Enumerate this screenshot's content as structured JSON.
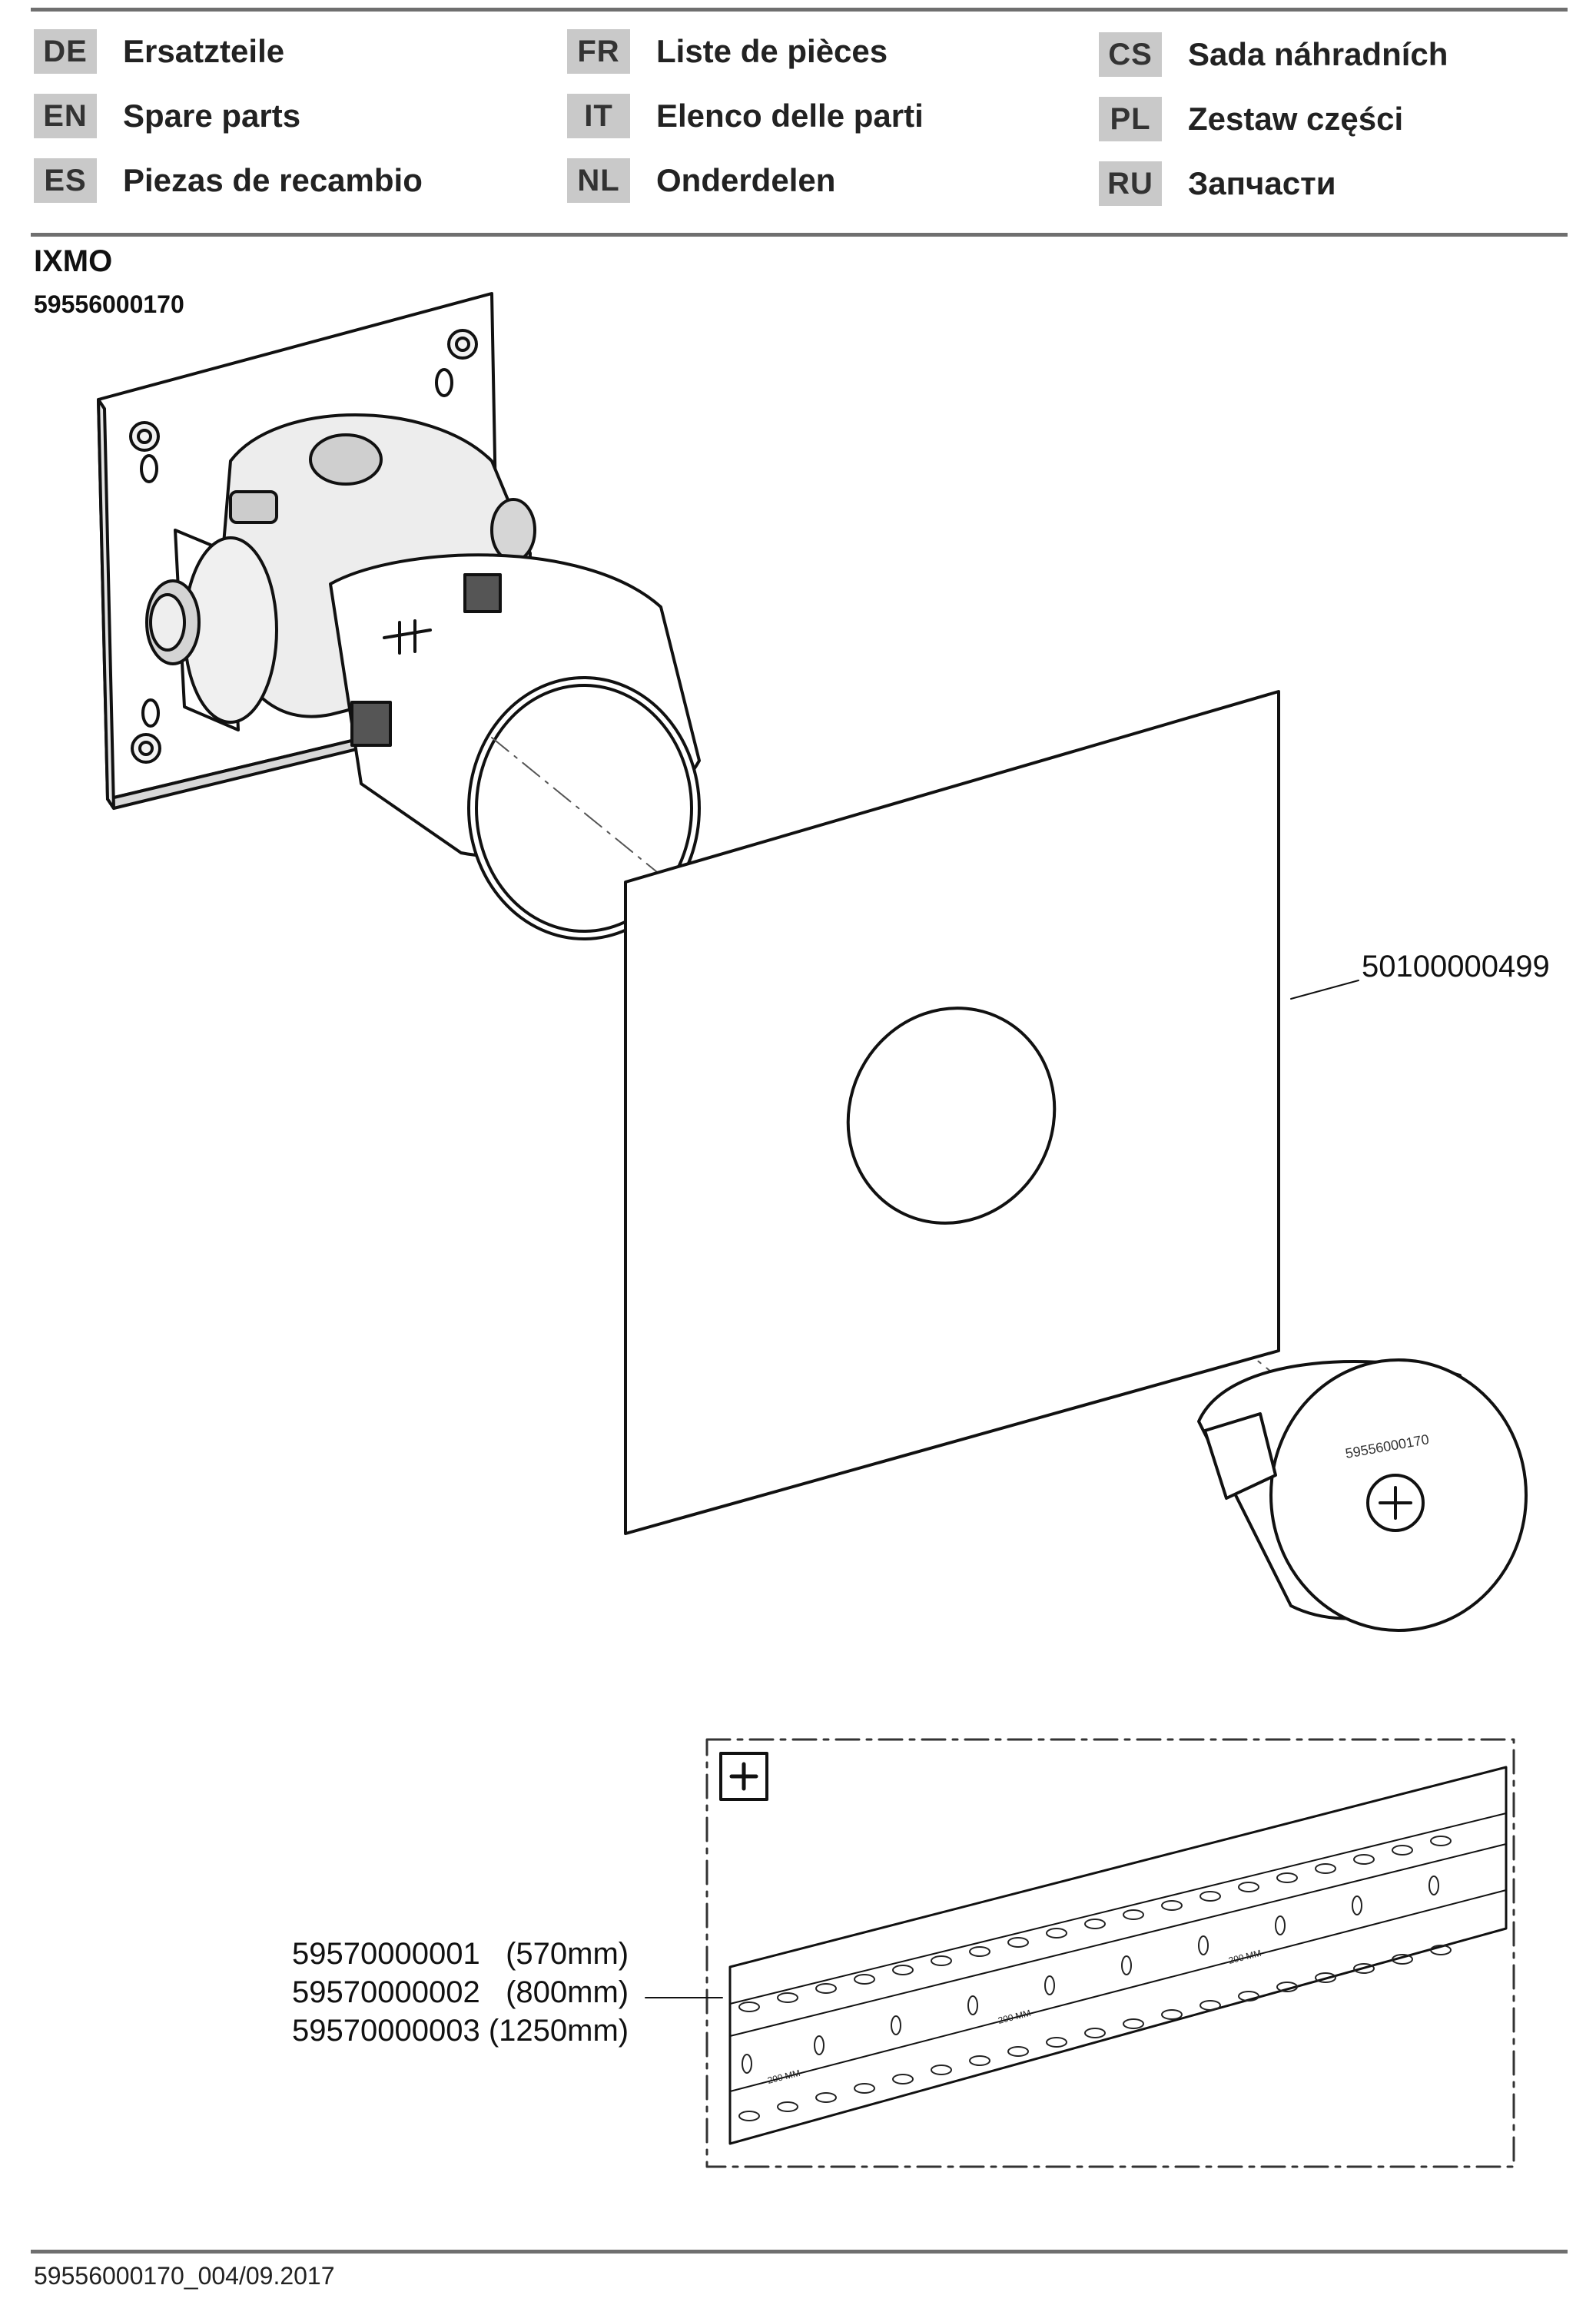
{
  "languages": [
    {
      "code": "DE",
      "label": "Ersatzteile"
    },
    {
      "code": "EN",
      "label": "Spare parts"
    },
    {
      "code": "ES",
      "label": "Piezas de recambio"
    },
    {
      "code": "FR",
      "label": "Liste de pièces"
    },
    {
      "code": "IT",
      "label": "Elenco delle parti"
    },
    {
      "code": "NL",
      "label": "Onderdelen"
    },
    {
      "code": "CS",
      "label": "Sada náhradních"
    },
    {
      "code": "PL",
      "label": "Zestaw części"
    },
    {
      "code": "RU",
      "label": "Запчасти"
    }
  ],
  "product": {
    "name": "IXMO",
    "code": "59556000170"
  },
  "parts": {
    "seal_plate": "50100000499",
    "cover_cap_label": "59556000170",
    "rails": [
      {
        "number": "59570000001",
        "length": "(570mm)"
      },
      {
        "number": "59570000002",
        "length": "(800mm)"
      },
      {
        "number": "59570000003",
        "length": "(1250mm)"
      }
    ],
    "rail_marking": "200 MM"
  },
  "footer": {
    "document_code": "59556000170_004/09.2017"
  },
  "icons": {
    "detail_box": "plus-icon"
  }
}
